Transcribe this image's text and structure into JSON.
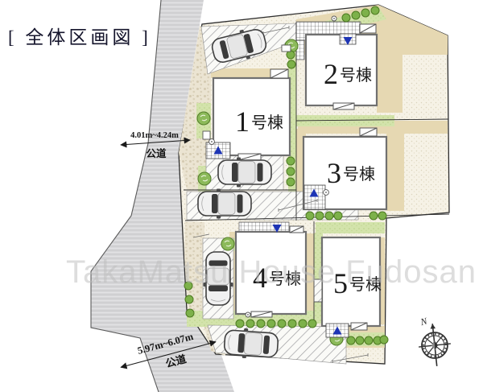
{
  "page": {
    "title": "[ 全体区画図 ]",
    "watermark": "TakaMatsu House Fudosan"
  },
  "plan": {
    "buildings": [
      {
        "id": "1",
        "number": "1",
        "suffix": "号棟",
        "label": "1号棟"
      },
      {
        "id": "2",
        "number": "2",
        "suffix": "号棟",
        "label": "2号棟"
      },
      {
        "id": "3",
        "number": "3",
        "suffix": "号棟",
        "label": "3号棟"
      },
      {
        "id": "4",
        "number": "4",
        "suffix": "号棟",
        "label": "4号棟"
      },
      {
        "id": "5",
        "number": "5",
        "suffix": "号棟",
        "label": "5号棟"
      }
    ],
    "roads": {
      "west": {
        "width_label": "4.01m~4.24m",
        "type_label": "公道"
      },
      "south": {
        "width_label": "5.97m~6.07m",
        "type_label": "公道"
      }
    },
    "compass": {
      "north_label": "N"
    },
    "colors": {
      "road": "#d8d8da",
      "ground": "#f6f2e6",
      "lawn": "#d3e3ab",
      "terrace": "#e6d8b2",
      "building": "#ffffff",
      "tree": "#8cba5a",
      "entrance_marker": "#1e35b5"
    }
  }
}
